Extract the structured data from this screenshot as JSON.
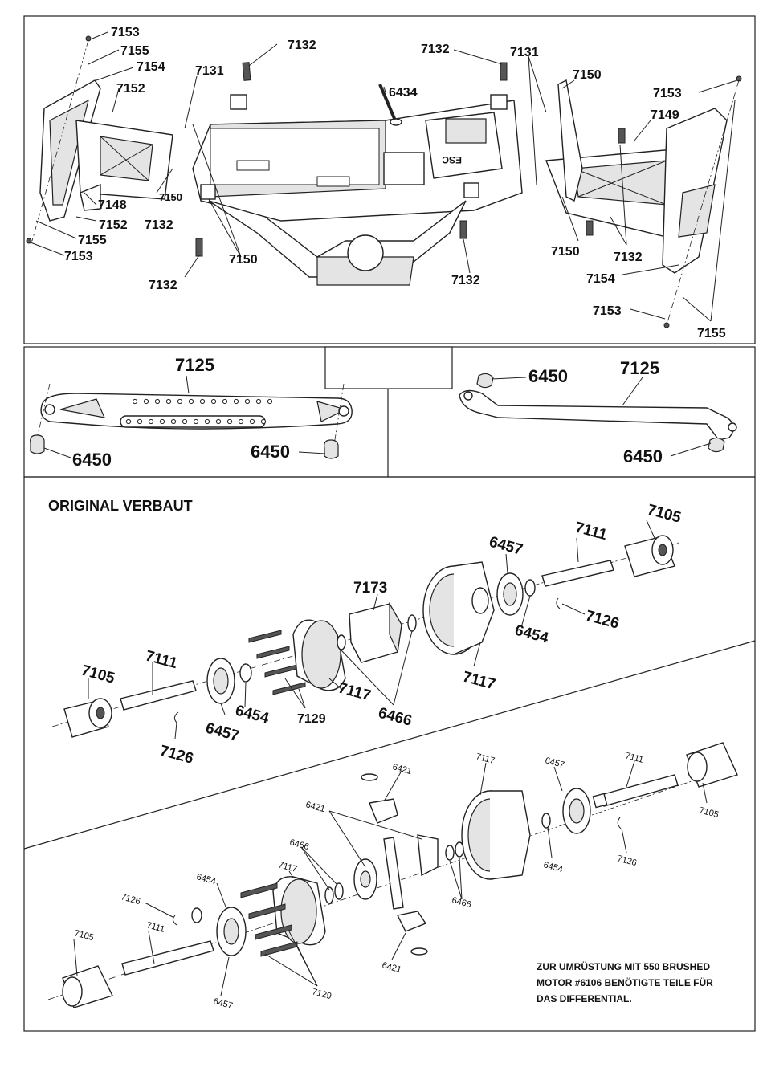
{
  "panel1": {
    "labels": [
      "7153",
      "7155",
      "7154",
      "7152",
      "7131",
      "7132",
      "6434",
      "7132",
      "7131",
      "7150",
      "7153",
      "7149",
      "7148",
      "7150",
      "7152",
      "7155",
      "7153",
      "7132",
      "7150",
      "7132",
      "7132",
      "7150",
      "7132",
      "7154",
      "7153",
      "7155"
    ]
  },
  "panel2": {
    "left": {
      "part": "7125",
      "ball_a": "6450",
      "ball_b": "6450"
    },
    "right": {
      "part": "7125",
      "ball_a": "6450",
      "ball_b": "6450"
    }
  },
  "panel3": {
    "heading": "ORIGINAL VERBAUT",
    "labels": [
      "7105",
      "7111",
      "6457",
      "7173",
      "7126",
      "6454",
      "7117",
      "7105",
      "7111",
      "6454",
      "7117",
      "6466",
      "7129",
      "6457",
      "7126"
    ]
  },
  "panel4": {
    "labels": [
      "6421",
      "7117",
      "6457",
      "7111",
      "7105",
      "6421",
      "6466",
      "7117",
      "6454",
      "6466",
      "7126",
      "7126",
      "7105",
      "7111",
      "6454",
      "6421",
      "7129",
      "6457"
    ],
    "note_line1": "ZUR UMRÜSTUNG MIT 550 BRUSHED",
    "note_line2": "MOTOR #6106 BENÖTIGTE TEILE FÜR",
    "note_line3": "DAS DIFFERENTIAL."
  }
}
